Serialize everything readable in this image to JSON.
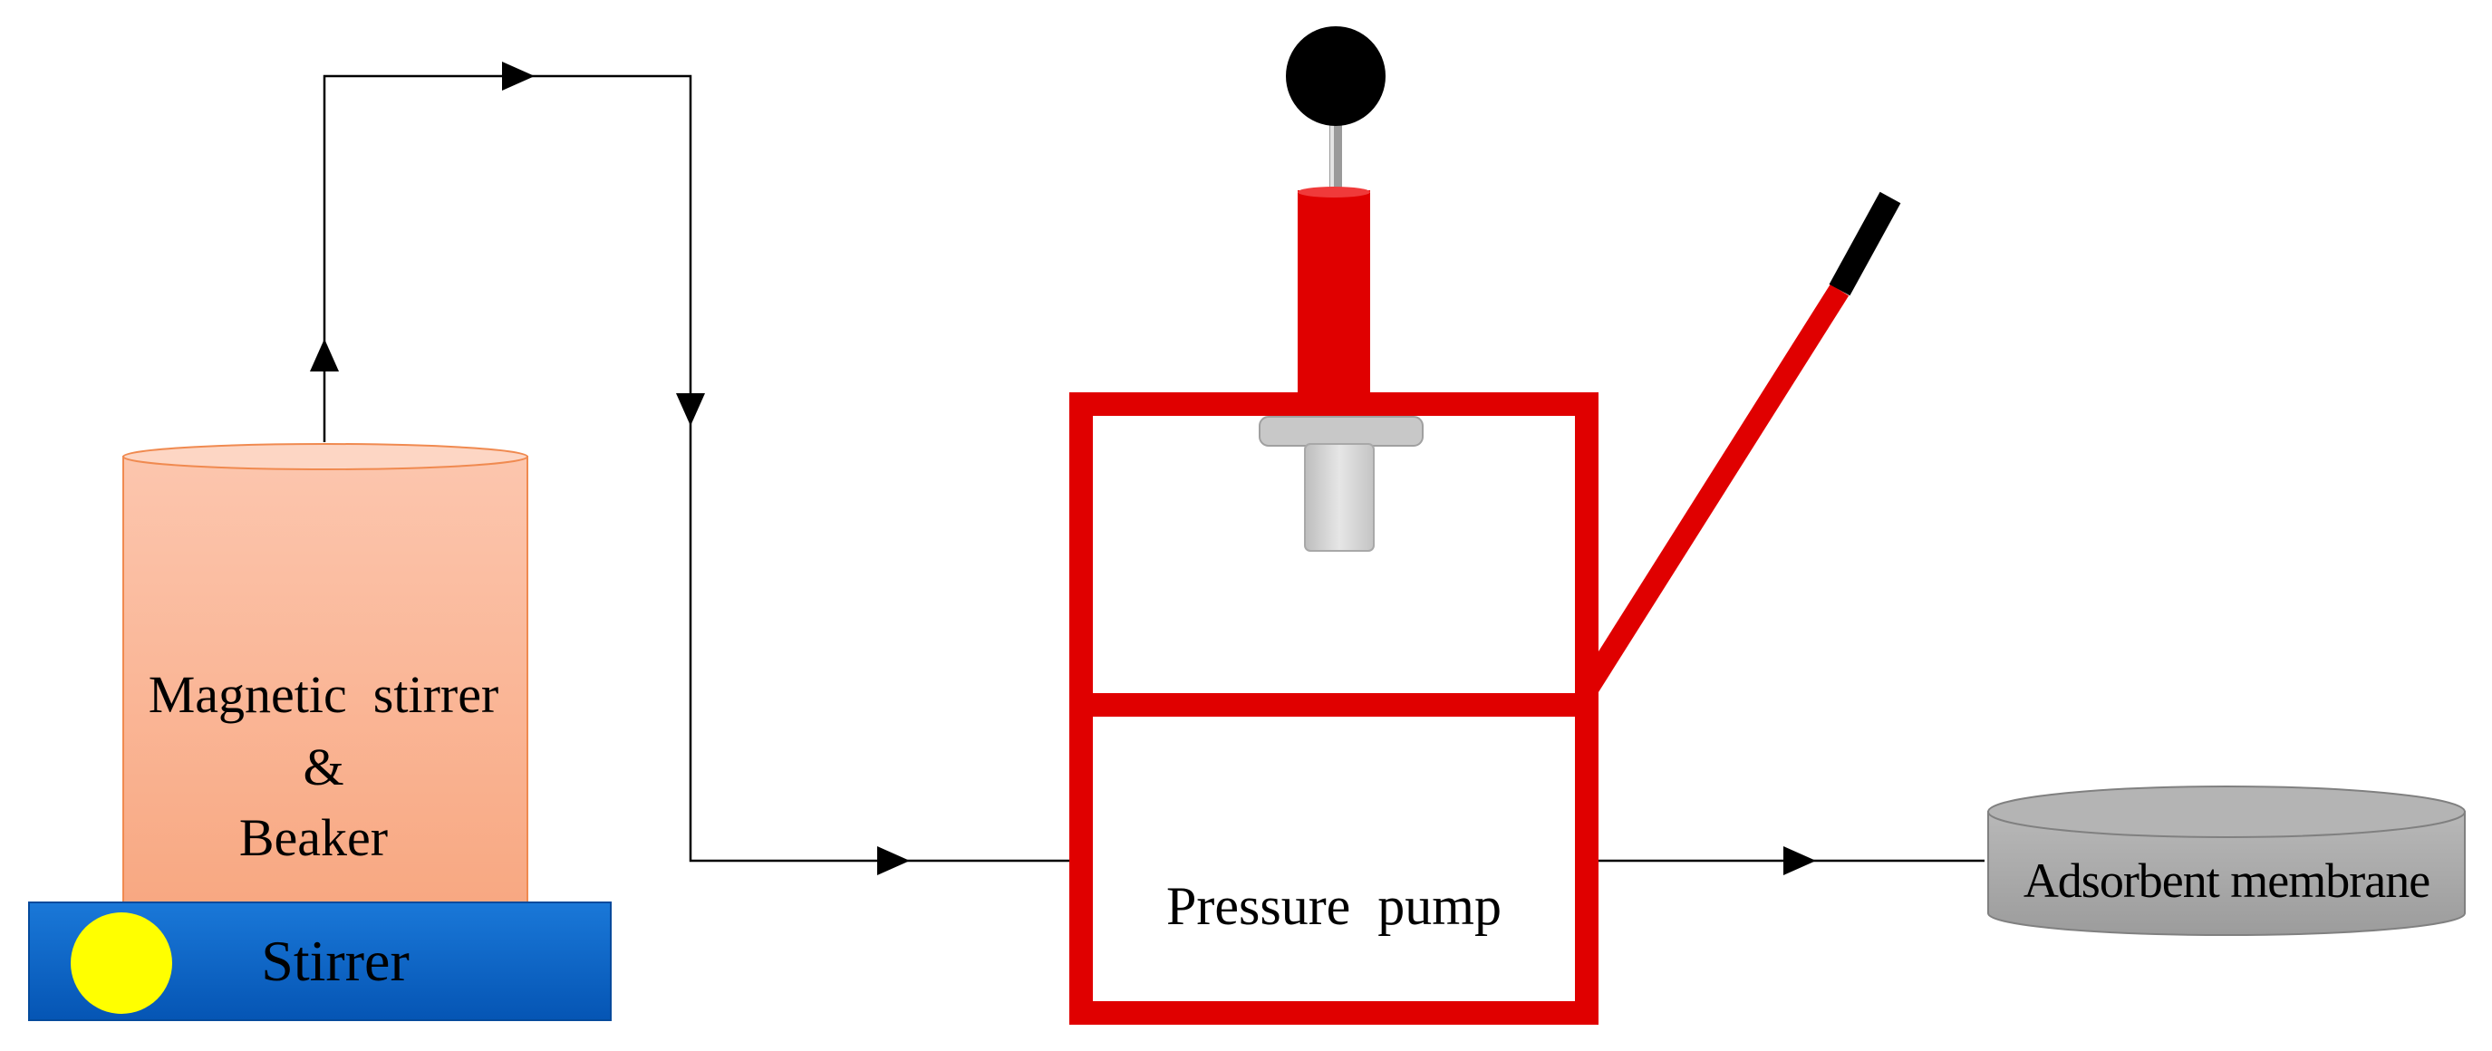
{
  "labels": {
    "beaker_line1": "Magnetic  stirrer",
    "beaker_line2": "&",
    "beaker_line3": "Beaker",
    "stirrer": "Stirrer",
    "pump": "Pressure  pump",
    "membrane": "Adsorbent membrane"
  },
  "colors": {
    "pump_frame": "#e00000",
    "beaker_fill_top": "#fcc4ac",
    "beaker_fill_bottom": "#f8a882",
    "beaker_outline": "#f08a50",
    "stirrer_base": "#0a66cc",
    "stirrer_dot": "#ffff00",
    "piston": "#d0d0d0",
    "membrane": "#a8a8a8",
    "handle_grip": "#000000",
    "knob": "#000000",
    "flow_line": "#000000"
  },
  "icons": {
    "flow_arrow": "triangle-arrow-icon",
    "pump_knob": "knob-icon"
  }
}
